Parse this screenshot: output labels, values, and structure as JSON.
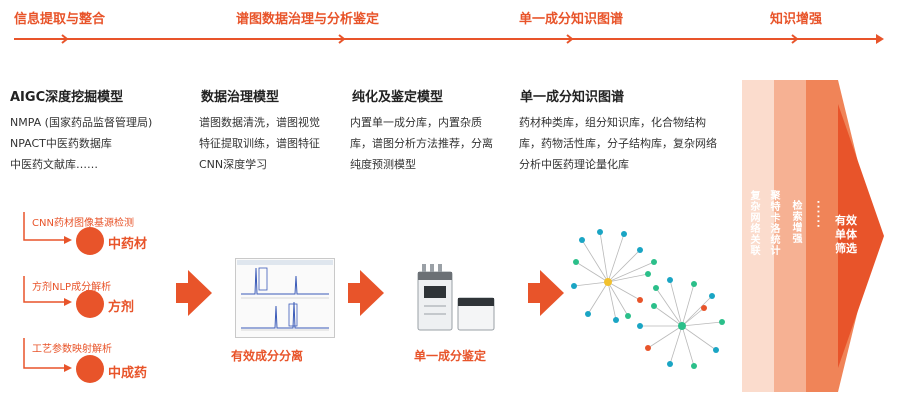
{
  "stages": [
    "信息提取与整合",
    "谱图数据治理与分析鉴定",
    "单一成分知识图谱",
    "知识增强"
  ],
  "columns": [
    {
      "title": "AIGC深度挖掘模型",
      "lines": [
        "NMPA (国家药品监督管理局)",
        "NPACT中医药数据库",
        "中医药文献库……"
      ]
    },
    {
      "title": "数据治理模型",
      "lines": [
        "谱图数据清洗，谱图视觉",
        "特征提取训练，谱图特征",
        "CNN深度学习"
      ]
    },
    {
      "title": "纯化及鉴定模型",
      "lines": [
        "内置单一成分库，内置杂质",
        "库，谱图分析方法推荐，分离",
        "纯度预测模型"
      ]
    },
    {
      "title": "单一成分知识图谱",
      "lines": [
        "药材种类库，组分知识库，化合物结构",
        "库，药物活性库，分子结构库，复杂网络",
        "分析中医药理论量化库"
      ]
    }
  ],
  "sources": [
    {
      "label": "CNN药材图像基源检测",
      "name": "中药材"
    },
    {
      "label": "方剂NLP成分解析",
      "name": "方剂"
    },
    {
      "label": "工艺参数映射解析",
      "name": "中成药"
    }
  ],
  "captions": {
    "separation": "有效成分分离",
    "identification": "单一成分鉴定"
  },
  "enhancement": [
    "复杂网络关联",
    "聚特卡洛统计",
    "检索增强",
    "······"
  ],
  "final": [
    "有效",
    "单体",
    "筛选"
  ],
  "colors": {
    "accent": "#e8542a",
    "node_teal": "#1aa5c4",
    "node_green": "#2bbf8a",
    "hub_yellow": "#f2c12e"
  }
}
